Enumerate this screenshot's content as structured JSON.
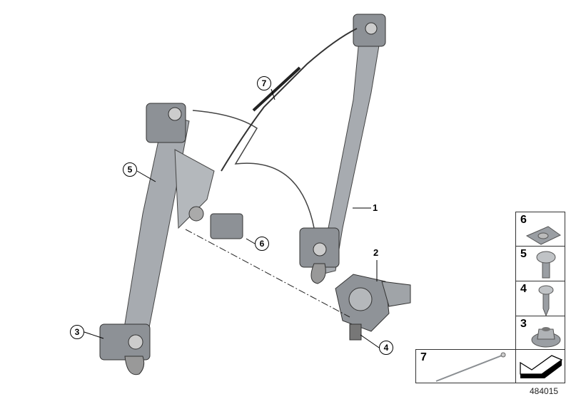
{
  "diagram_number": "484015",
  "callouts": [
    {
      "label": "1"
    },
    {
      "label": "2"
    },
    {
      "label": "3"
    },
    {
      "label": "4"
    },
    {
      "label": "5"
    },
    {
      "label": "6"
    },
    {
      "label": "7"
    }
  ],
  "parts_panel": [
    {
      "label": "6",
      "part": "square-nut-plate"
    },
    {
      "label": "5",
      "part": "bolt"
    },
    {
      "label": "4",
      "part": "self-tapping-screw"
    },
    {
      "label": "3",
      "part": "flange-nut"
    },
    {
      "label": "7",
      "part": "cable-tie"
    }
  ],
  "colors": {
    "part_gray": "#9a9ea3",
    "outline": "#333333"
  }
}
